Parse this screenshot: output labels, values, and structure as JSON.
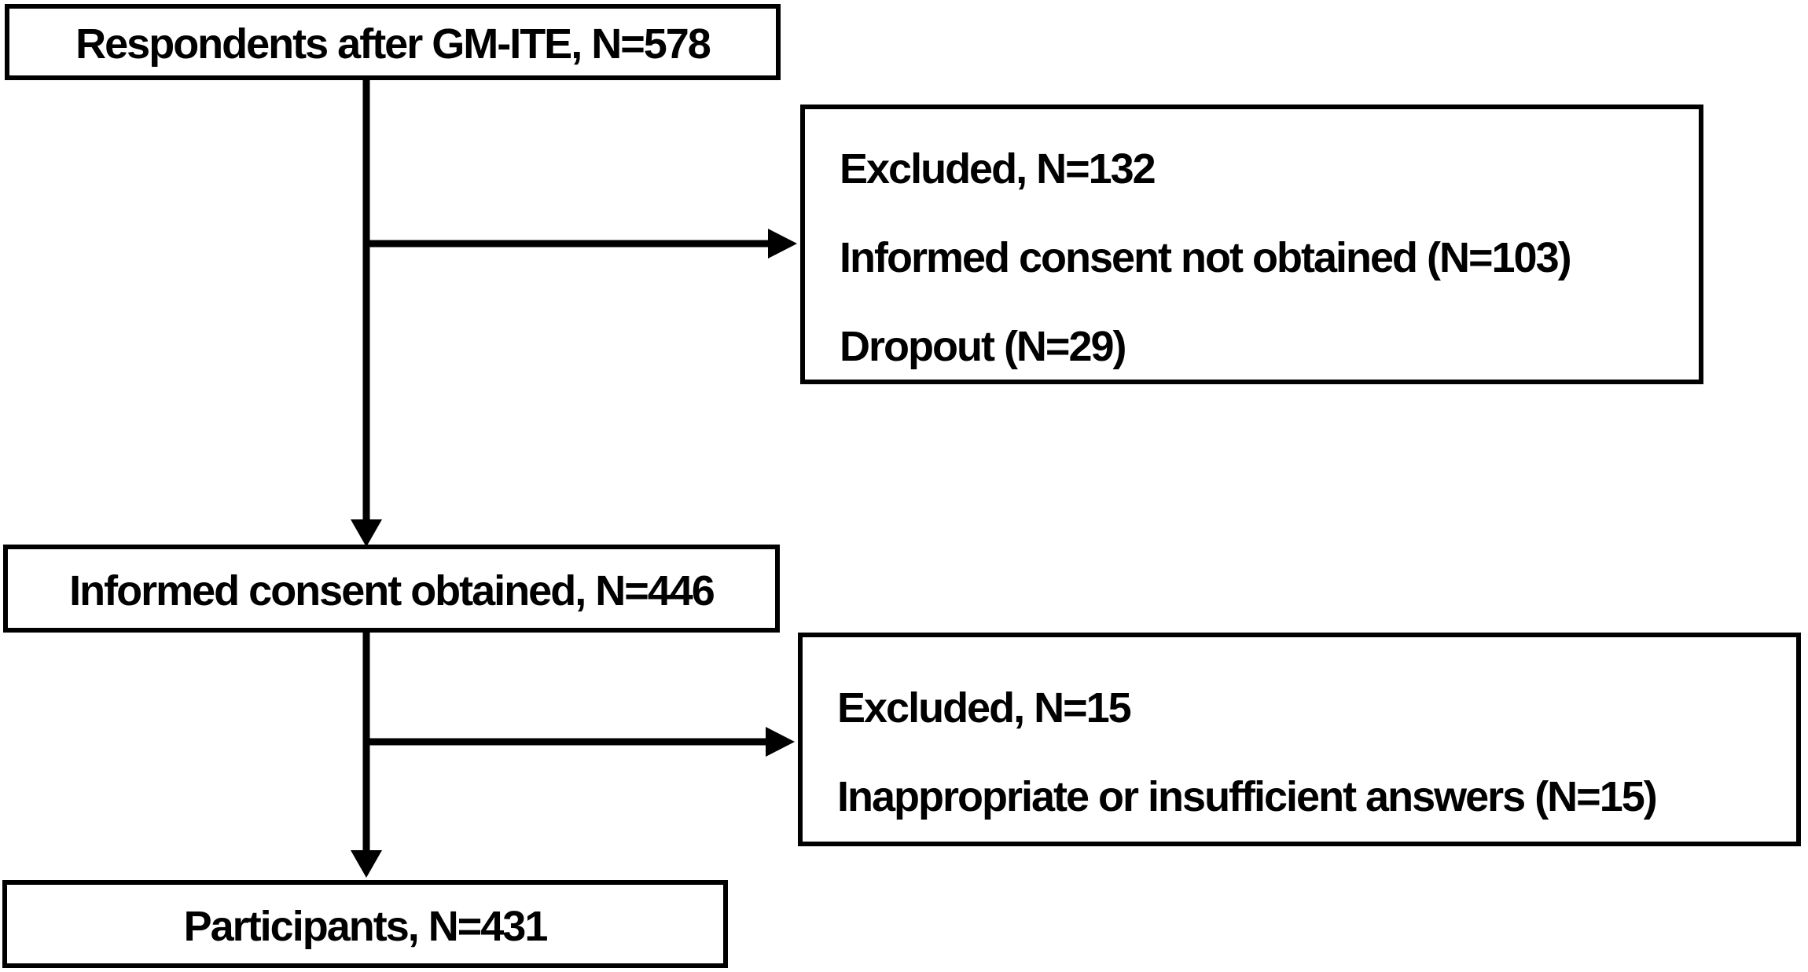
{
  "flow": {
    "nodes": {
      "respondents": {
        "label": "Respondents after GM-ITE, N=578"
      },
      "excluded_1": {
        "lines": [
          "Excluded, N=132",
          "Informed consent not obtained (N=103)",
          "Dropout (N=29)"
        ]
      },
      "consent": {
        "label": "Informed consent obtained, N=446"
      },
      "excluded_2": {
        "lines": [
          "Excluded, N=15",
          "Inappropriate or insufficient answers (N=15)"
        ]
      },
      "participants": {
        "label": "Participants, N=431"
      }
    },
    "colors": {
      "ink": "#000000",
      "background": "#ffffff"
    }
  }
}
